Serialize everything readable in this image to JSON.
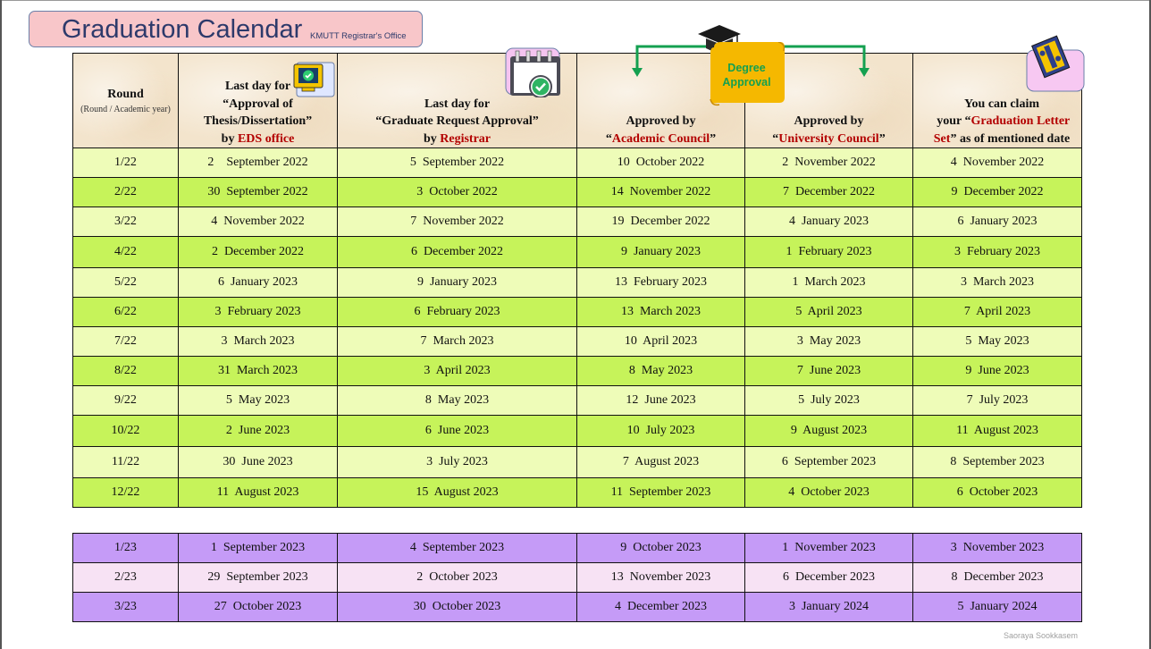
{
  "header": {
    "title": "Graduation Calendar",
    "subtitle": "KMUTT  Registrar's Office"
  },
  "degree_banner": {
    "line1": "Degree",
    "line2": "Approval"
  },
  "columns": {
    "round": {
      "title": "Round",
      "sub": "(Round / Academic year)"
    },
    "thesis": {
      "line1": "Last day for",
      "line2": "“Approval of",
      "line3": "Thesis/Dissertation”",
      "by": "by",
      "office": "EDS office"
    },
    "request": {
      "line1": "Last day for",
      "line2": "“Graduate  Request  Approval”",
      "by": "by",
      "office": "Registrar"
    },
    "academic": {
      "line1": "Approved by",
      "open": "“",
      "body": "Academic Council",
      "close": "”"
    },
    "university": {
      "line1": "Approved by",
      "open": "“",
      "body": "University   Council",
      "close": "”"
    },
    "claim": {
      "line1": "You can claim",
      "line2a": "your “",
      "line2b": "Graduation Letter",
      "line3a": "Set",
      "line3b": "” as of mentioned date"
    }
  },
  "rows_2022": [
    [
      "1/22",
      "2    September 2022",
      "5  September 2022",
      "10  October 2022",
      "2  November 2022",
      "4  November 2022"
    ],
    [
      "2/22",
      "30  September 2022",
      "3  October 2022",
      "14  November 2022",
      "7  December 2022",
      "9  December 2022"
    ],
    [
      "3/22",
      "4  November 2022",
      "7  November 2022",
      "19  December 2022",
      "4  January 2023",
      "6  January 2023"
    ],
    [
      "4/22",
      "2  December 2022",
      "6  December 2022",
      "9  January 2023",
      "1  February 2023",
      "3  February 2023"
    ],
    [
      "5/22",
      "6  January 2023",
      "9  January 2023",
      "13  February 2023",
      "1  March 2023",
      "3  March 2023"
    ],
    [
      "6/22",
      "3  February 2023",
      "6  February 2023",
      "13  March 2023",
      "5  April 2023",
      "7  April 2023"
    ],
    [
      "7/22",
      "3  March 2023",
      "7  March 2023",
      "10  April 2023",
      "3  May 2023",
      "5  May 2023"
    ],
    [
      "8/22",
      "31  March 2023",
      "3  April 2023",
      "8  May 2023",
      "7  June 2023",
      "9  June 2023"
    ],
    [
      "9/22",
      "5  May 2023",
      "8  May 2023",
      "12  June 2023",
      "5  July 2023",
      "7  July 2023"
    ],
    [
      "10/22",
      "2  June 2023",
      "6  June 2023",
      "10  July 2023",
      "9  August 2023",
      "11  August 2023"
    ],
    [
      "11/22",
      "30  June 2023",
      "3  July 2023",
      "7  August 2023",
      "6  September 2023",
      "8  September 2023"
    ],
    [
      "12/22",
      "11  August 2023",
      "15  August 2023",
      "11  September 2023",
      "4  October 2023",
      "6  October 2023"
    ]
  ],
  "rows_2023": [
    [
      "1/23",
      "1  September 2023",
      "4  September 2023",
      "9  October 2023",
      "1  November 2023",
      "3  November 2023"
    ],
    [
      "2/23",
      "29  September 2023",
      "2  October 2023",
      "13  November 2023",
      "6  December 2023",
      "8  December 2023"
    ],
    [
      "3/23",
      "27  October 2023",
      "30  October 2023",
      "4  December 2023",
      "3  January 2024",
      "5  January 2024"
    ]
  ],
  "footer": {
    "author": "Saoraya  Sookkasem"
  },
  "colors": {
    "row_light_green": "#eefcb8",
    "row_green": "#c6f35a",
    "row_purple": "#c59bf7",
    "row_pink": "#f7e2f4",
    "accent_red": "#b30000",
    "title_pink": "#f8c6c9",
    "banner_yellow": "#f5b800",
    "arrow_green": "#14a050"
  },
  "icons": [
    "monitor-check-icon",
    "calendar-check-icon",
    "graduation-cap-icon",
    "certificate-book-icon",
    "arrow-down-icon"
  ]
}
